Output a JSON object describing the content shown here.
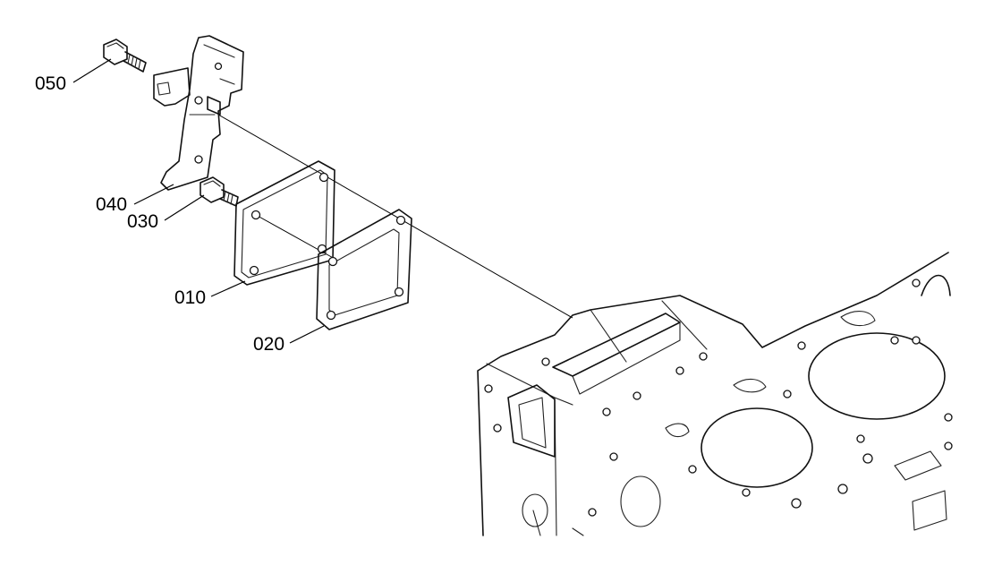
{
  "callouts": [
    {
      "id": "050",
      "text": "050"
    },
    {
      "id": "040",
      "text": "040"
    },
    {
      "id": "030",
      "text": "030"
    },
    {
      "id": "010",
      "text": "010"
    },
    {
      "id": "020",
      "text": "020"
    }
  ],
  "colors": {
    "line": "#111111",
    "background": "#ffffff"
  }
}
